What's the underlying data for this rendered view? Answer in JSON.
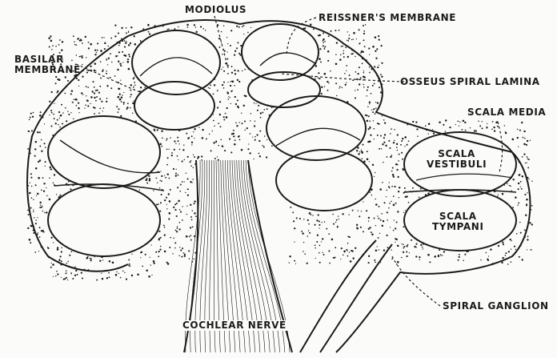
{
  "labels": {
    "modiolus": "MODIOLUS",
    "reissners_membrane": "REISSNER'S MEMBRANE",
    "basilar_membrane_line1": "BASILAR",
    "basilar_membrane_line2": "MEMBRANE",
    "osseus_spiral_lamina": "OSSEUS SPIRAL LAMINA",
    "scala_media": "SCALA MEDIA",
    "scala_vestibuli_line1": "SCALA",
    "scala_vestibuli_line2": "VESTIBULI",
    "scala_tympani_line1": "SCALA",
    "scala_tympani_line2": "TYMPANI",
    "spiral_ganglion": "SPIRAL GANGLION",
    "cochlear_nerve": "COCHLEAR NERVE"
  },
  "colors": {
    "ink": "#1b1b1b",
    "paper": "#fbfbfa",
    "bone": "#ecebe7"
  }
}
